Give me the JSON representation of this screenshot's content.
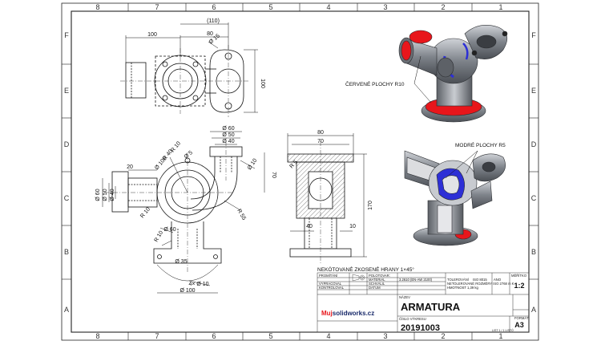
{
  "zones": {
    "columns": [
      "8",
      "7",
      "6",
      "5",
      "4",
      "3",
      "2",
      "1"
    ],
    "rows": [
      "F",
      "E",
      "D",
      "C",
      "B",
      "A"
    ]
  },
  "top_view": {
    "dims": [
      "(110)",
      "100",
      "80",
      "Ø 15",
      "100"
    ]
  },
  "front_view": {
    "dims": [
      "Ø 60",
      "Ø 50",
      "Ø 40",
      "Ø 100",
      "R 40",
      "R 10",
      "Ø 5",
      "Ø 10",
      "R 55",
      "70",
      "20",
      "Ø 60",
      "Ø 50",
      "Ø 40",
      "R 10",
      "Ø 60",
      "R 10",
      "Ø 35",
      "Ø 100",
      "4× Ø 10"
    ]
  },
  "side_view": {
    "dims": [
      "80",
      "70",
      "R 5",
      "170",
      "40",
      "10"
    ]
  },
  "iso_labels": {
    "red": "ČERVENÉ PLOCHY R10",
    "blue": "MODRÉ PLOCHY R5"
  },
  "general_note": "NEKÓTOVANÉ ZKOSENÉ HRANY 1×45°",
  "title_block": {
    "promitani": "PROMÍTÁNÍ",
    "polotovar": "POLOTOVAR:",
    "material_label": "MATERIÁL",
    "material": "3.2610 (EN-AW 2100)",
    "vypracoval": "VYPRACOVAL",
    "schvalil": "SCHVÁLIL",
    "kontroloval": "KONTROLOVAL",
    "datum": "DATUM",
    "tolerovani": "TOLEROVÁNÍ",
    "tolerovani_value": "ISO 8015",
    "ano": "ANO",
    "netolerovane": "NETOLEROVANÉ ROZMĚRY ISO 2768 m K",
    "hmotnost": "HMOTNOST 1,39 kg",
    "meritko_label": "MĚŘÍTKO",
    "meritko": "1:2",
    "nazev_label": "NÁZEV",
    "title": "ARMATURA",
    "cislo_label": "ČÍSLO VÝKRESU",
    "cislo": "20191003",
    "format_label": "FORMÁT",
    "format": "A3",
    "list": "LIST 1 / 1 LISTŮ",
    "brand_prefix": "Muj",
    "brand_suffix": "solidworks.cz"
  },
  "colors": {
    "red_faces": "#e8161b",
    "blue_faces": "#2d2fd6",
    "body_gray": "#8b8f96"
  }
}
